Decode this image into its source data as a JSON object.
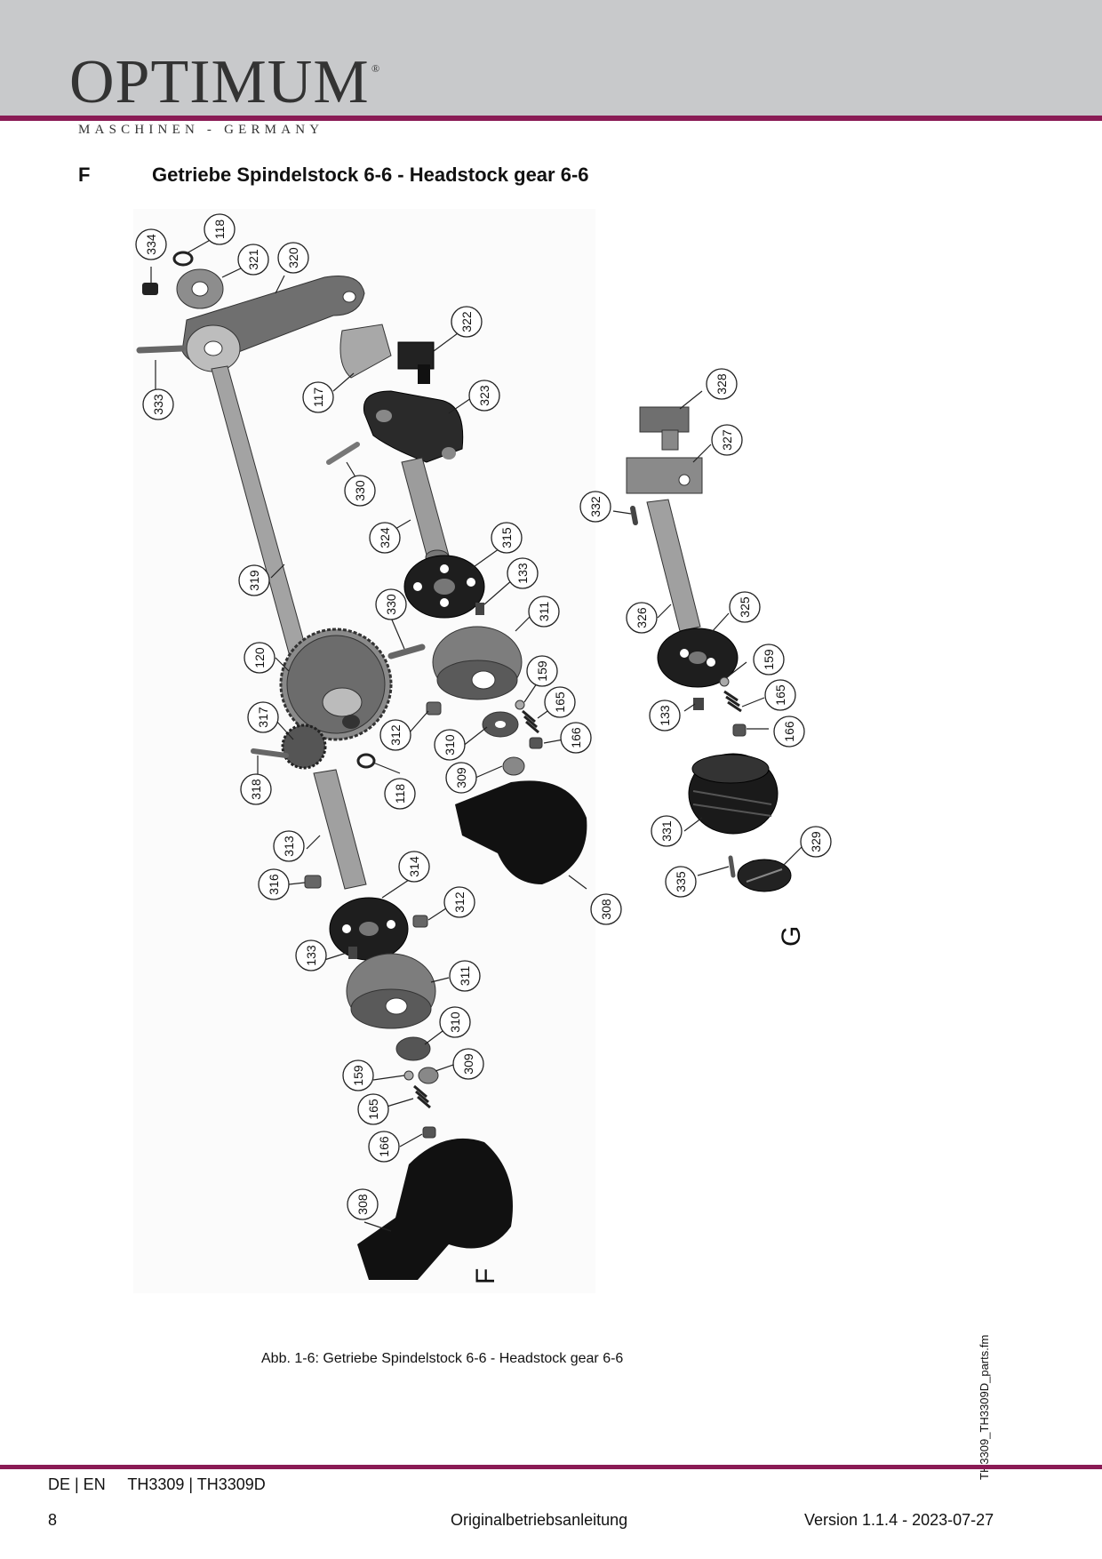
{
  "header": {
    "brand": "OPTIMUM",
    "registered_mark": "®",
    "tagline": "MASCHINEN - GERMANY",
    "accent_color": "#8a1b55"
  },
  "section": {
    "letter": "F",
    "title": "Getriebe Spindelstock 6-6  - Headstock gear 6-6"
  },
  "diagram": {
    "group_labels": [
      "F",
      "G"
    ],
    "callouts_f": [
      "334",
      "118",
      "321",
      "320",
      "322",
      "333",
      "117",
      "323",
      "330",
      "324",
      "315",
      "319",
      "133",
      "330",
      "311",
      "120",
      "159",
      "165",
      "317",
      "312",
      "310",
      "166",
      "318",
      "309",
      "118",
      "313",
      "316",
      "314",
      "312",
      "133",
      "311",
      "310",
      "159",
      "309",
      "165",
      "166",
      "308",
      "308"
    ],
    "callouts_g": [
      "328",
      "327",
      "332",
      "326",
      "325",
      "159",
      "133",
      "165",
      "166",
      "331",
      "329",
      "335"
    ]
  },
  "caption": "Abb. 1-6:   Getriebe Spindelstock 6-6 - Headstock gear 6-6",
  "side_filename": "TH3309_TH3309D_parts.fm",
  "footer": {
    "languages_models": "DE | EN     TH3309 | TH3309D",
    "page_number": "8",
    "doc_type": "Originalbetriebsanleitung",
    "version": "Version 1.1.4 - 2023-07-27"
  }
}
